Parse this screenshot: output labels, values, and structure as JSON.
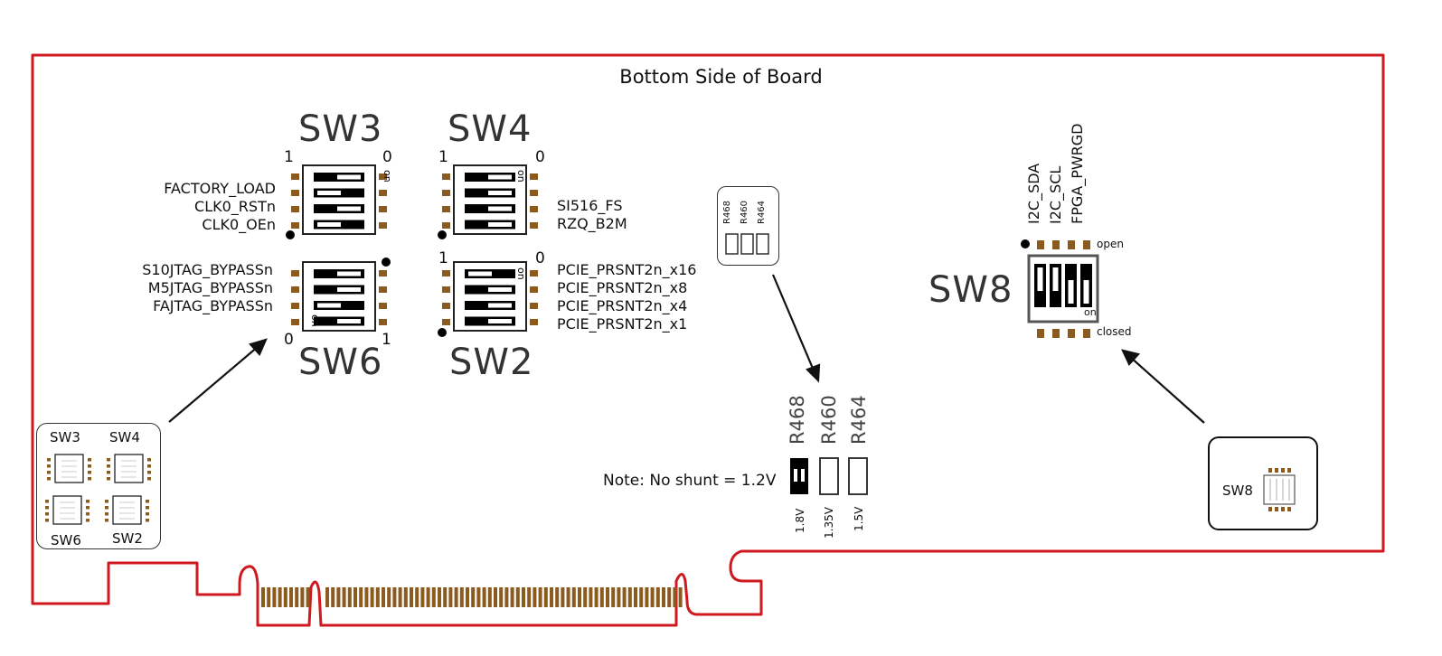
{
  "title": "Bottom Side of Board",
  "colors": {
    "outline": "#d0191f",
    "pad": "#8b5a1e",
    "ink": "#000000"
  },
  "switches": {
    "sw3": {
      "name": "SW3",
      "left_num": "1",
      "right_num": "0",
      "on_label": "on",
      "labels": [
        "FACTORY_LOAD",
        "CLK0_RSTn",
        "CLK0_OEn"
      ],
      "positions": [
        "0",
        "1",
        "0",
        "1"
      ]
    },
    "sw4": {
      "name": "SW4",
      "left_num": "1",
      "right_num": "0",
      "on_label": "on",
      "labels": [
        "SI516_FS",
        "RZQ_B2M"
      ],
      "positions": [
        "0",
        "0",
        "0",
        "0"
      ]
    },
    "sw6": {
      "name": "SW6",
      "left_num": "0",
      "right_num": "1",
      "on_label": "on",
      "labels": [
        "S10JTAG_BYPASSn",
        "M5JTAG_BYPASSn",
        "FAJTAG_BYPASSn"
      ],
      "positions": [
        "0",
        "0",
        "1",
        "0"
      ]
    },
    "sw2": {
      "name": "SW2",
      "left_num": "1",
      "right_num": "0",
      "on_label": "on",
      "labels": [
        "PCIE_PRSNT2n_x16",
        "PCIE_PRSNT2n_x8",
        "PCIE_PRSNT2n_x4",
        "PCIE_PRSNT2n_x1"
      ],
      "positions": [
        "1",
        "0",
        "0",
        "0"
      ]
    },
    "sw8": {
      "name": "SW8",
      "open_label": "open",
      "closed_label": "closed",
      "on_label": "on",
      "labels": [
        "I2C_SDA",
        "I2C_SCL",
        "FPGA_PWRGD"
      ],
      "positions": [
        "open",
        "open",
        "closed",
        "closed"
      ]
    }
  },
  "resistors": {
    "refs": [
      "R468",
      "R460",
      "R464"
    ],
    "voltages": [
      "1.8V",
      "1.35V",
      "1.5V"
    ],
    "shunted": [
      true,
      false,
      false
    ],
    "note": "Note: No shunt = 1.2V"
  },
  "mini_key": {
    "labels": [
      "SW3",
      "SW4",
      "SW6",
      "SW2"
    ]
  },
  "sw8_key": {
    "label": "SW8"
  }
}
